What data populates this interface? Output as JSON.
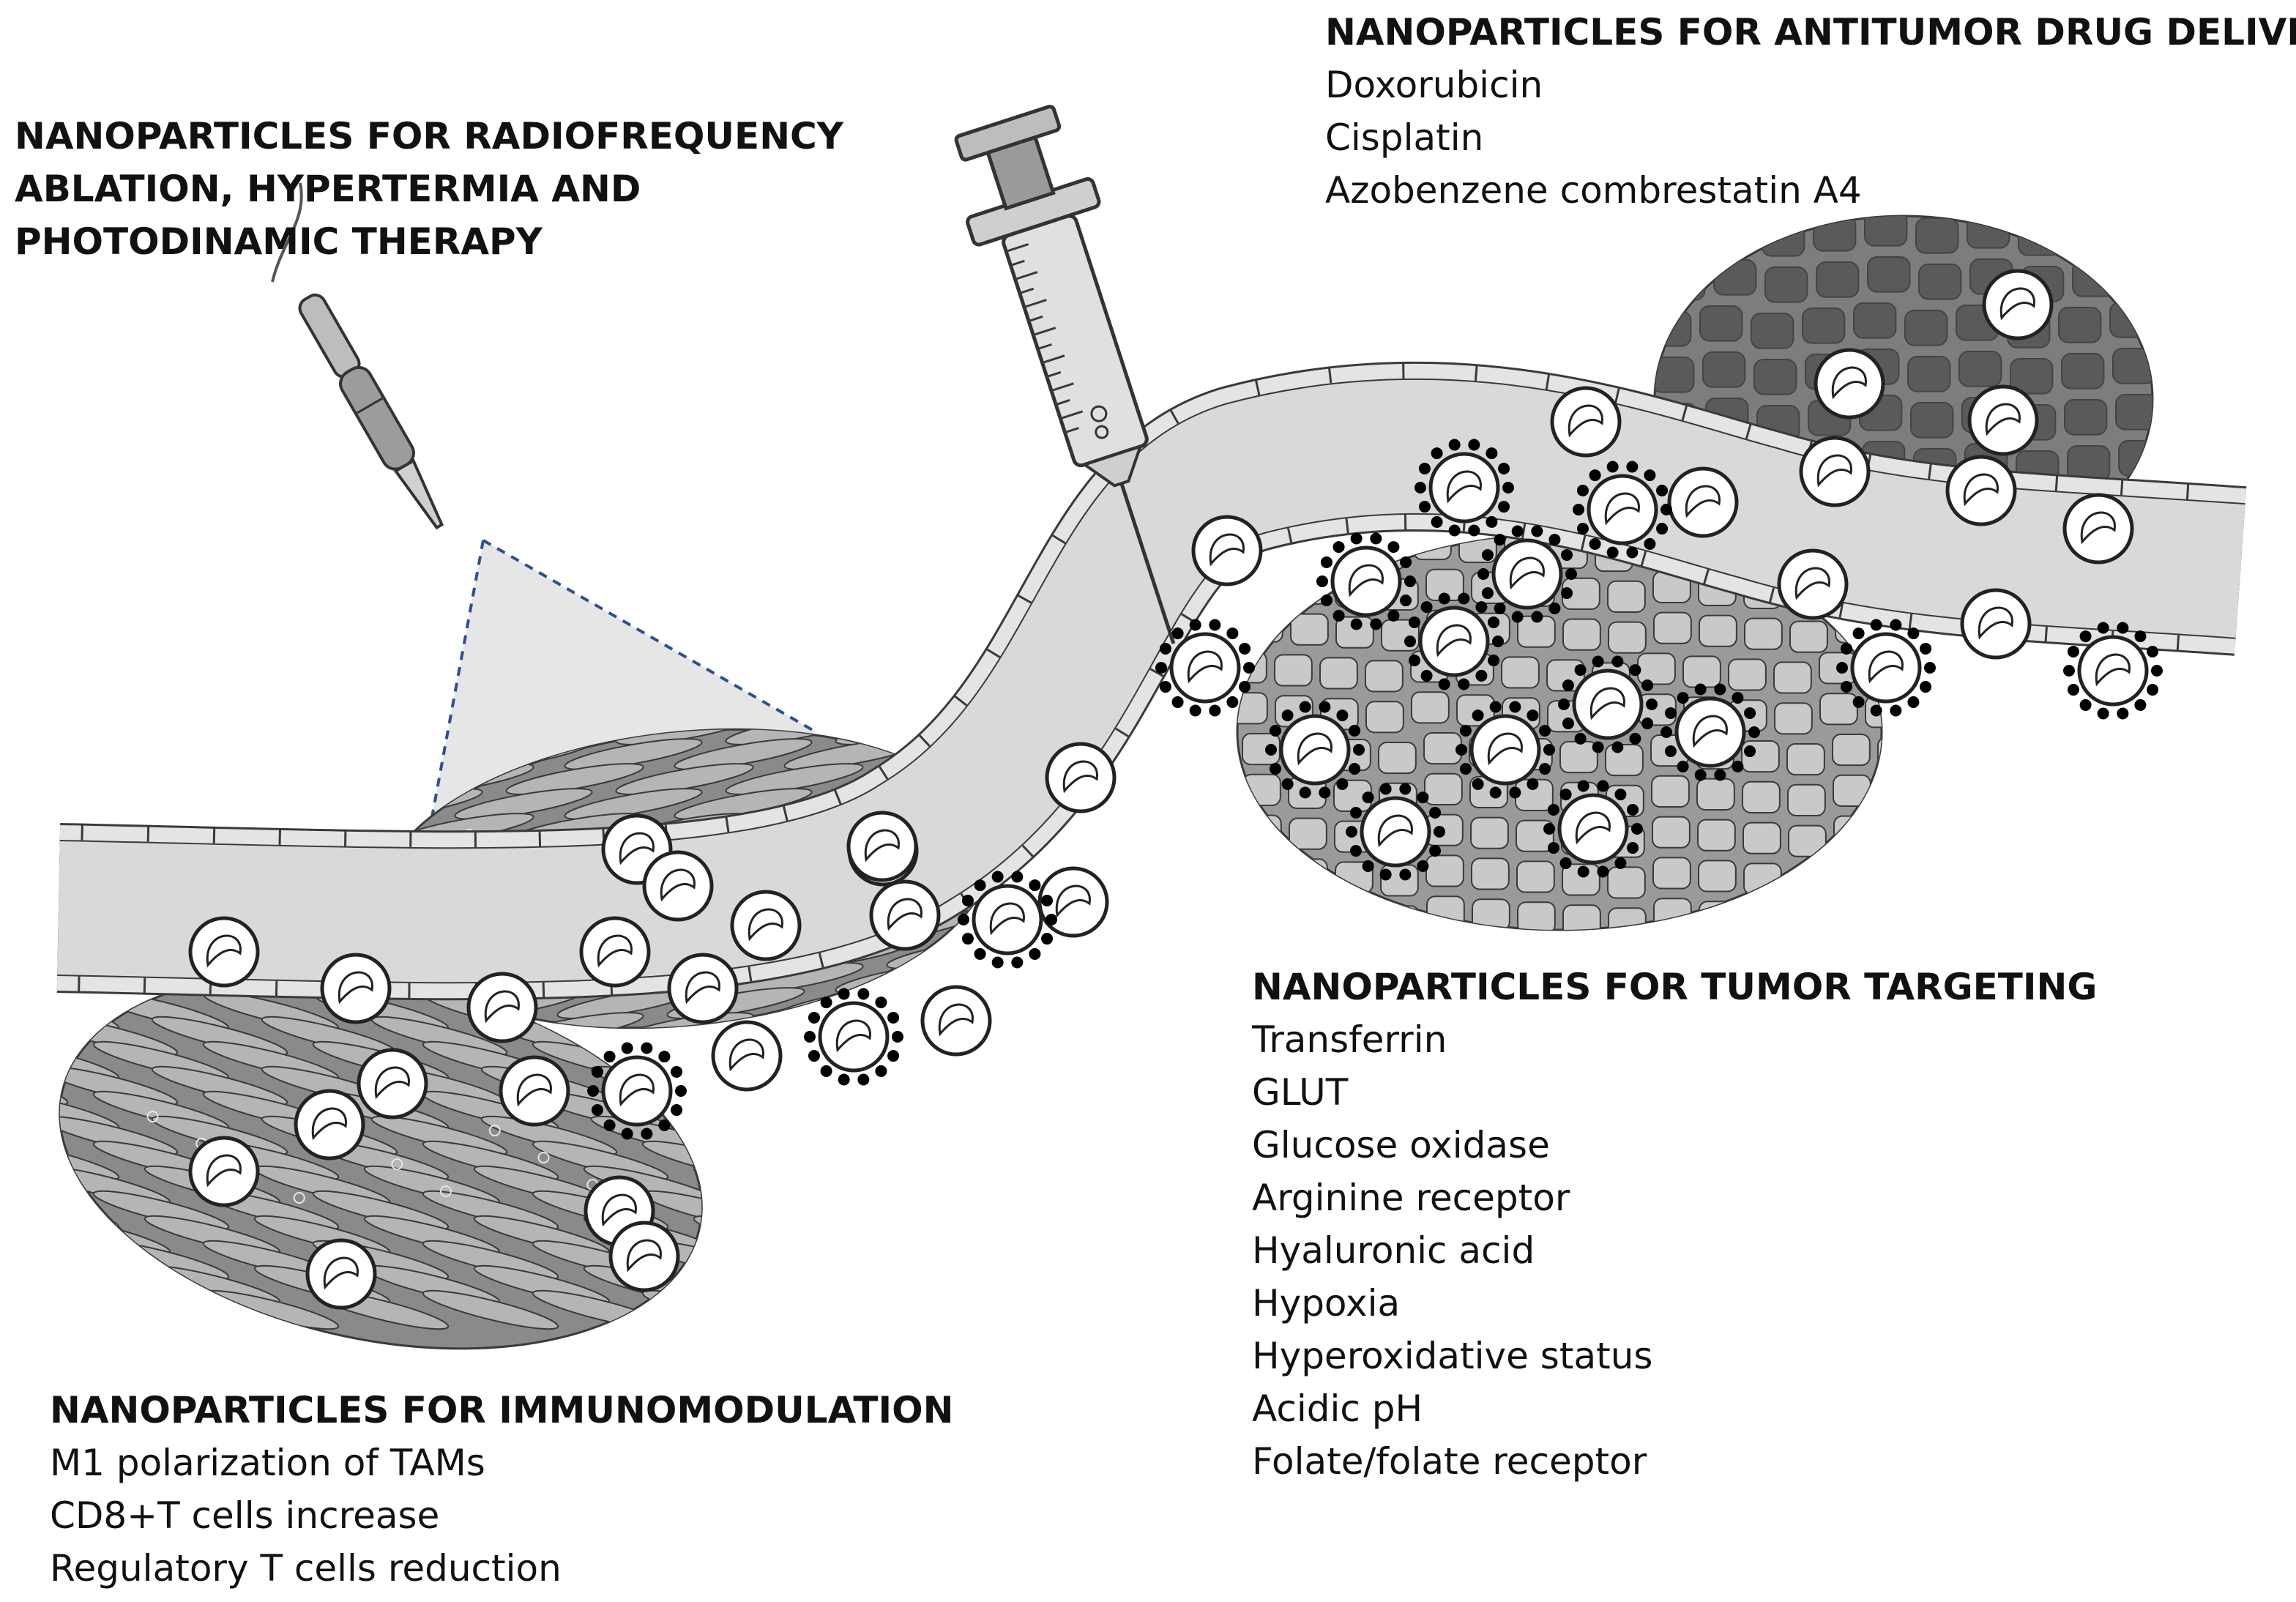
{
  "sections": {
    "ablation": {
      "heading_lines": [
        "NANOPARTICLES FOR RADIOFREQUENCY",
        "ABLATION, HYPERTERMIA AND",
        "PHOTODINAMIC THERAPY"
      ],
      "items": []
    },
    "drug_delivery": {
      "heading": "NANOPARTICLES FOR ANTITUMOR DRUG DELIVERY",
      "items": [
        "Doxorubicin",
        "Cisplatin",
        "Azobenzene combrestatin A4"
      ]
    },
    "tumor_targeting": {
      "heading": "NANOPARTICLES FOR TUMOR TARGETING",
      "items": [
        "Transferrin",
        "GLUT",
        "Glucose oxidase",
        "Arginine receptor",
        "Hyaluronic acid",
        "Hypoxia",
        "Hyperoxidative status",
        "Acidic pH",
        "Folate/folate receptor"
      ]
    },
    "immunomodulation": {
      "heading": "NANOPARTICLES FOR IMMUNOMODULATION",
      "items": [
        "M1 polarization of TAMs",
        "CD8+T cells increase",
        "Regulatory T cells reduction"
      ]
    }
  },
  "colors": {
    "vessel_fill": "#d9d9d9",
    "vessel_cell": "#e4e4e4",
    "outline": "#3a3a3a",
    "muscle_tissue": "#8a8a8a",
    "fiber_fill": "#b5b5b5",
    "tumor_tissue": "#9a9a9a",
    "tumor_cell": "#c9c9c9",
    "dense_tumor": "#7d7d7d",
    "dense_cell": "#5a5a5a",
    "cone": "#e6e6e6",
    "dash_line": "#2f4f8f",
    "particle": "#ffffff",
    "ligand_dot": "#000000"
  },
  "icons": [
    "radiofrequency-probe-icon",
    "syringe-icon",
    "nanoparticle-icon",
    "targeted-nanoparticle-icon"
  ]
}
